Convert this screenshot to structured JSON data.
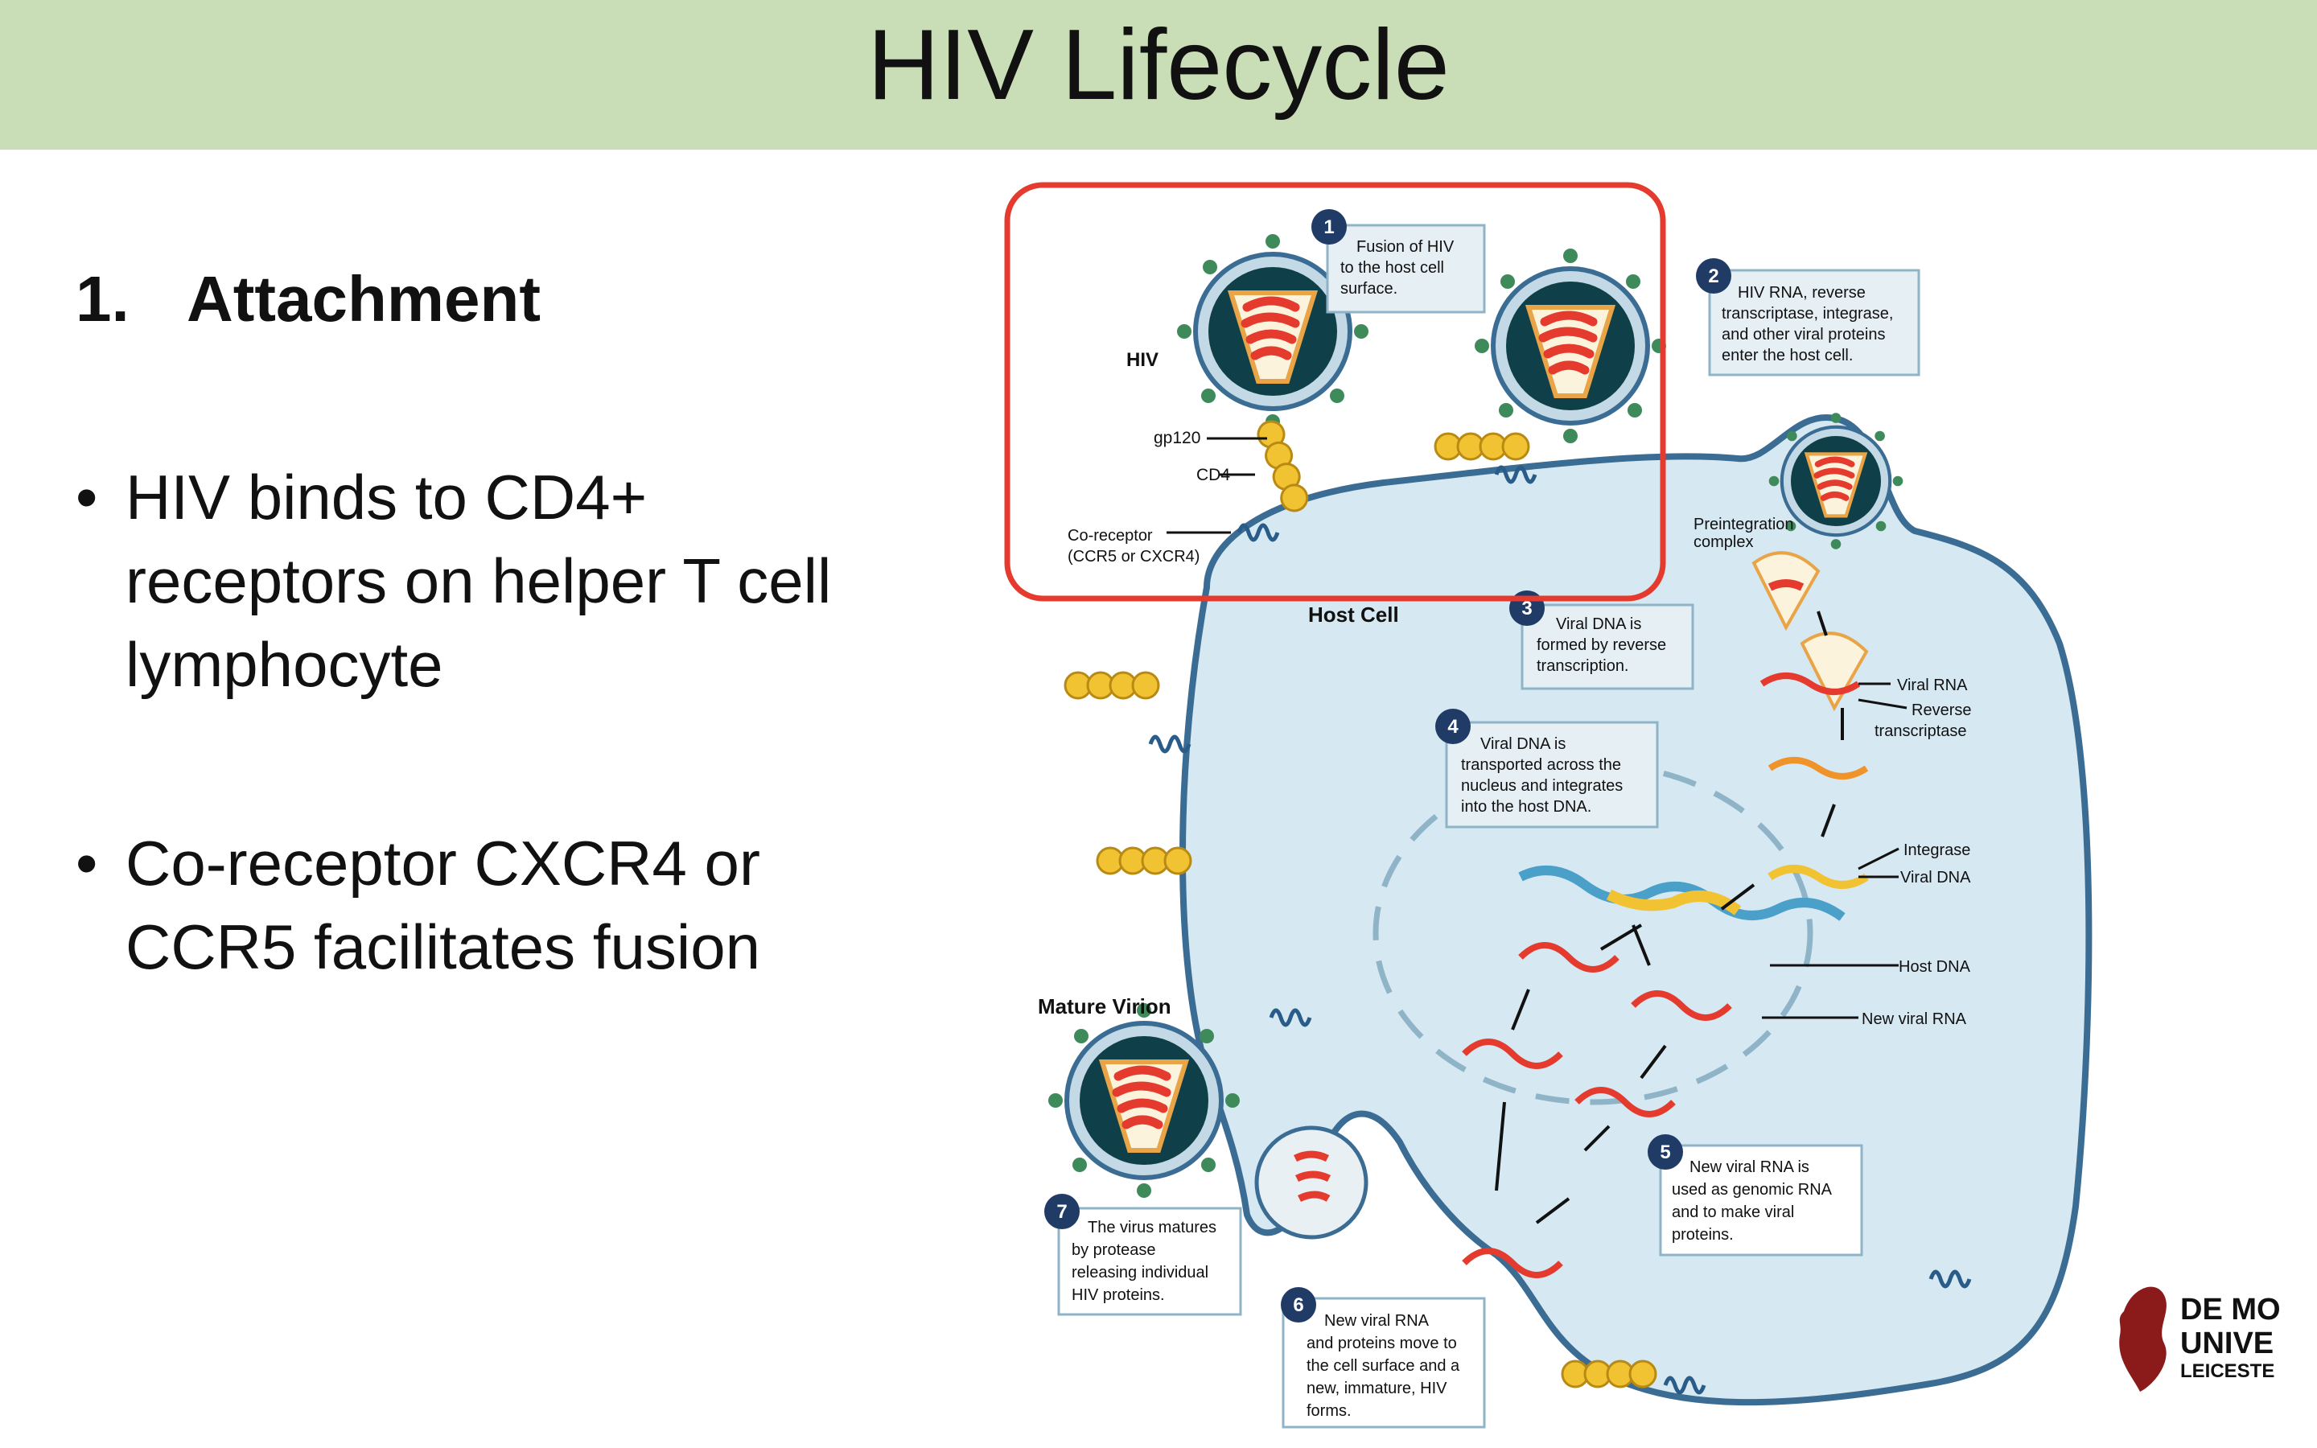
{
  "slide": {
    "title": "HIV Lifecycle",
    "heading_number": "1.",
    "heading_text": "Attachment",
    "bullets": [
      "HIV binds to CD4+ receptors on helper T cell lymphocyte",
      "Co-receptor CXCR4 or CCR5 facilitates fusion"
    ]
  },
  "diagram": {
    "labels": {
      "hiv": "HIV",
      "gp120": "gp120",
      "cd4": "CD4",
      "coreceptor_1": "Co-receptor",
      "coreceptor_2": "(CCR5 or CXCR4)",
      "host_cell": "Host Cell",
      "preint_1": "Preintegration",
      "preint_2": "complex",
      "viral_rna": "Viral RNA",
      "reverse_1": "Reverse",
      "reverse_2": "transcriptase",
      "integrase": "Integrase",
      "viral_dna": "Viral DNA",
      "host_dna": "Host DNA",
      "new_viral_rna": "New viral RNA",
      "mature_virion": "Mature Virion"
    },
    "steps": [
      {
        "number": "1",
        "lines": [
          "Fusion of  HIV",
          "to the host cell",
          "surface."
        ]
      },
      {
        "number": "2",
        "lines": [
          "HIV RNA, reverse",
          "transcriptase, integrase,",
          "and other viral proteins",
          "enter the host cell."
        ]
      },
      {
        "number": "3",
        "lines": [
          "Viral DNA is",
          "formed by reverse",
          "transcription."
        ]
      },
      {
        "number": "4",
        "lines": [
          "Viral DNA is",
          "transported across the",
          "nucleus and integrates",
          "into the host DNA."
        ]
      },
      {
        "number": "5",
        "lines": [
          "New viral RNA is",
          "used as genomic RNA",
          "and to make viral",
          "proteins."
        ]
      },
      {
        "number": "6",
        "lines": [
          "New viral RNA",
          "and proteins move to",
          "the cell surface and a",
          "new, immature, HIV",
          "forms."
        ]
      },
      {
        "number": "7",
        "lines": [
          "The virus matures",
          "by protease",
          "releasing individual",
          "HIV proteins."
        ]
      }
    ]
  },
  "logo": {
    "line1": "DE MO",
    "line2": "UNIVE",
    "line3": "LEICESTE"
  },
  "colors": {
    "title_bar": "#c9ddb6",
    "highlight_box": "#e53b2f",
    "cell_fill": "#d6e8f1",
    "cell_stroke": "#3b6c93",
    "step_badge": "#1f3b66"
  }
}
